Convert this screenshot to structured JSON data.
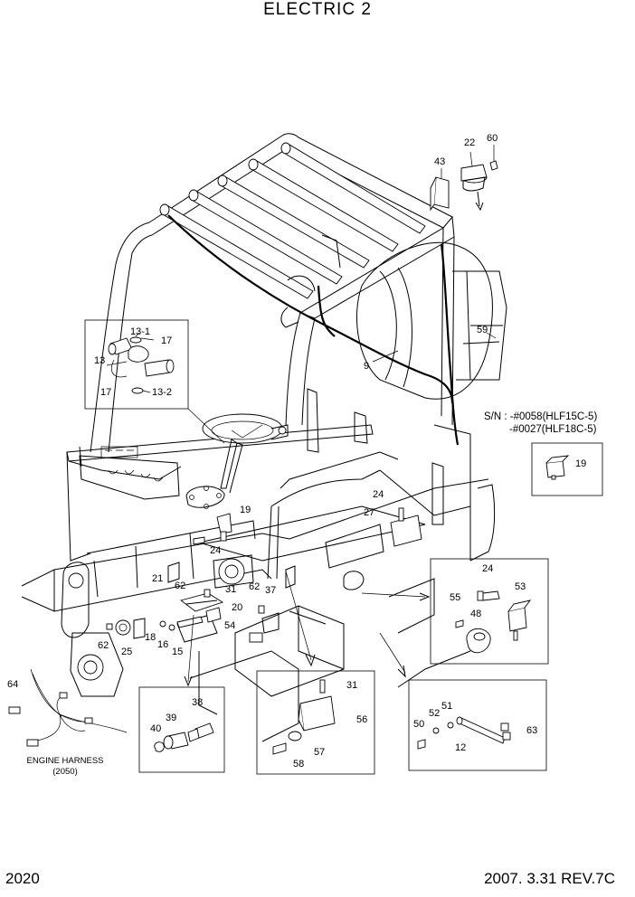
{
  "header": {
    "title": "ELECTRIC 2"
  },
  "footer": {
    "page_number": "2020",
    "revision": "2007. 3.31 REV.7C"
  },
  "serial_note": {
    "line1": "S/N : -#0058(HLF15C-5)",
    "line2": "-#0027(HLF18C-5)"
  },
  "engine_harness": {
    "label": "ENGINE HARNESS",
    "ref": "(2050)"
  },
  "callouts": {
    "c22": "22",
    "c60": "60",
    "c43": "43",
    "c59": "59",
    "c9": "9",
    "c13_1": "13-1",
    "c17a": "17",
    "c13": "13",
    "c17b": "17",
    "c13_2": "13-2",
    "c19a": "19",
    "c24a": "24",
    "c24b": "24",
    "c27": "27",
    "c19b": "19",
    "c21": "21",
    "c62a": "62",
    "c31a": "31",
    "c20": "20",
    "c62b": "62",
    "c37": "37",
    "c54": "54",
    "c18": "18",
    "c25": "25",
    "c16": "16",
    "c15": "15",
    "c62c": "62",
    "c64": "64",
    "c24c": "24",
    "c55": "55",
    "c53": "53",
    "c48": "48",
    "c39": "39",
    "c38": "38",
    "c40": "40",
    "c31b": "31",
    "c56": "56",
    "c57": "57",
    "c58": "58",
    "c51": "51",
    "c52": "52",
    "c50": "50",
    "c63": "63",
    "c12": "12"
  }
}
